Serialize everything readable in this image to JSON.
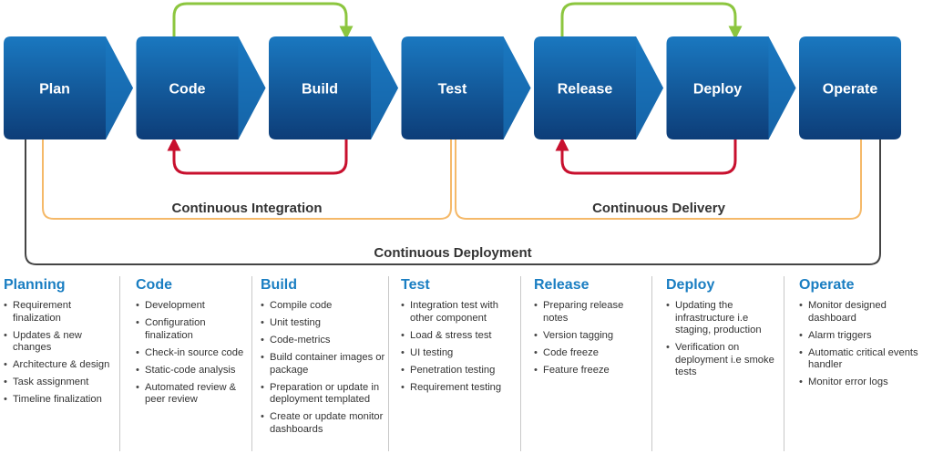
{
  "pipeline": {
    "stages": [
      "Plan",
      "Code",
      "Build",
      "Test",
      "Release",
      "Deploy",
      "Operate"
    ],
    "brackets": {
      "integration": "Continuous Integration",
      "delivery": "Continuous Delivery",
      "deployment": "Continuous Deployment"
    },
    "colors": {
      "stage_top": "#1a78c0",
      "stage_bottom": "#0d3d78",
      "arrow_green": "#8cc63f",
      "arrow_red": "#c8102e",
      "bracket_orange": "#f5b969",
      "bracket_gray": "#444444"
    }
  },
  "columns": [
    {
      "title": "Planning",
      "items": [
        "Requirement finalization",
        "Updates & new changes",
        "Architecture & design",
        "Task assignment",
        "Timeline finalization"
      ]
    },
    {
      "title": "Code",
      "items": [
        "Development",
        "Configuration finalization",
        "Check-in source code",
        "Static-code analysis",
        "Automated review & peer review"
      ]
    },
    {
      "title": "Build",
      "items": [
        "Compile code",
        "Unit testing",
        "Code-metrics",
        "Build container images or package",
        "Preparation or update in deployment templated",
        "Create or update monitor dashboards"
      ]
    },
    {
      "title": "Test",
      "items": [
        "Integration test with other component",
        "Load & stress test",
        "UI testing",
        "Penetration testing",
        "Requirement testing"
      ]
    },
    {
      "title": "Release",
      "items": [
        "Preparing release notes",
        "Version tagging",
        "Code freeze",
        "Feature freeze"
      ]
    },
    {
      "title": "Deploy",
      "items": [
        "Updating the infrastructure i.e staging, production",
        "Verification on deployment i.e smoke tests"
      ]
    },
    {
      "title": "Operate",
      "items": [
        "Monitor designed dashboard",
        "Alarm triggers",
        "Automatic critical events handler",
        "Monitor error logs"
      ]
    }
  ]
}
